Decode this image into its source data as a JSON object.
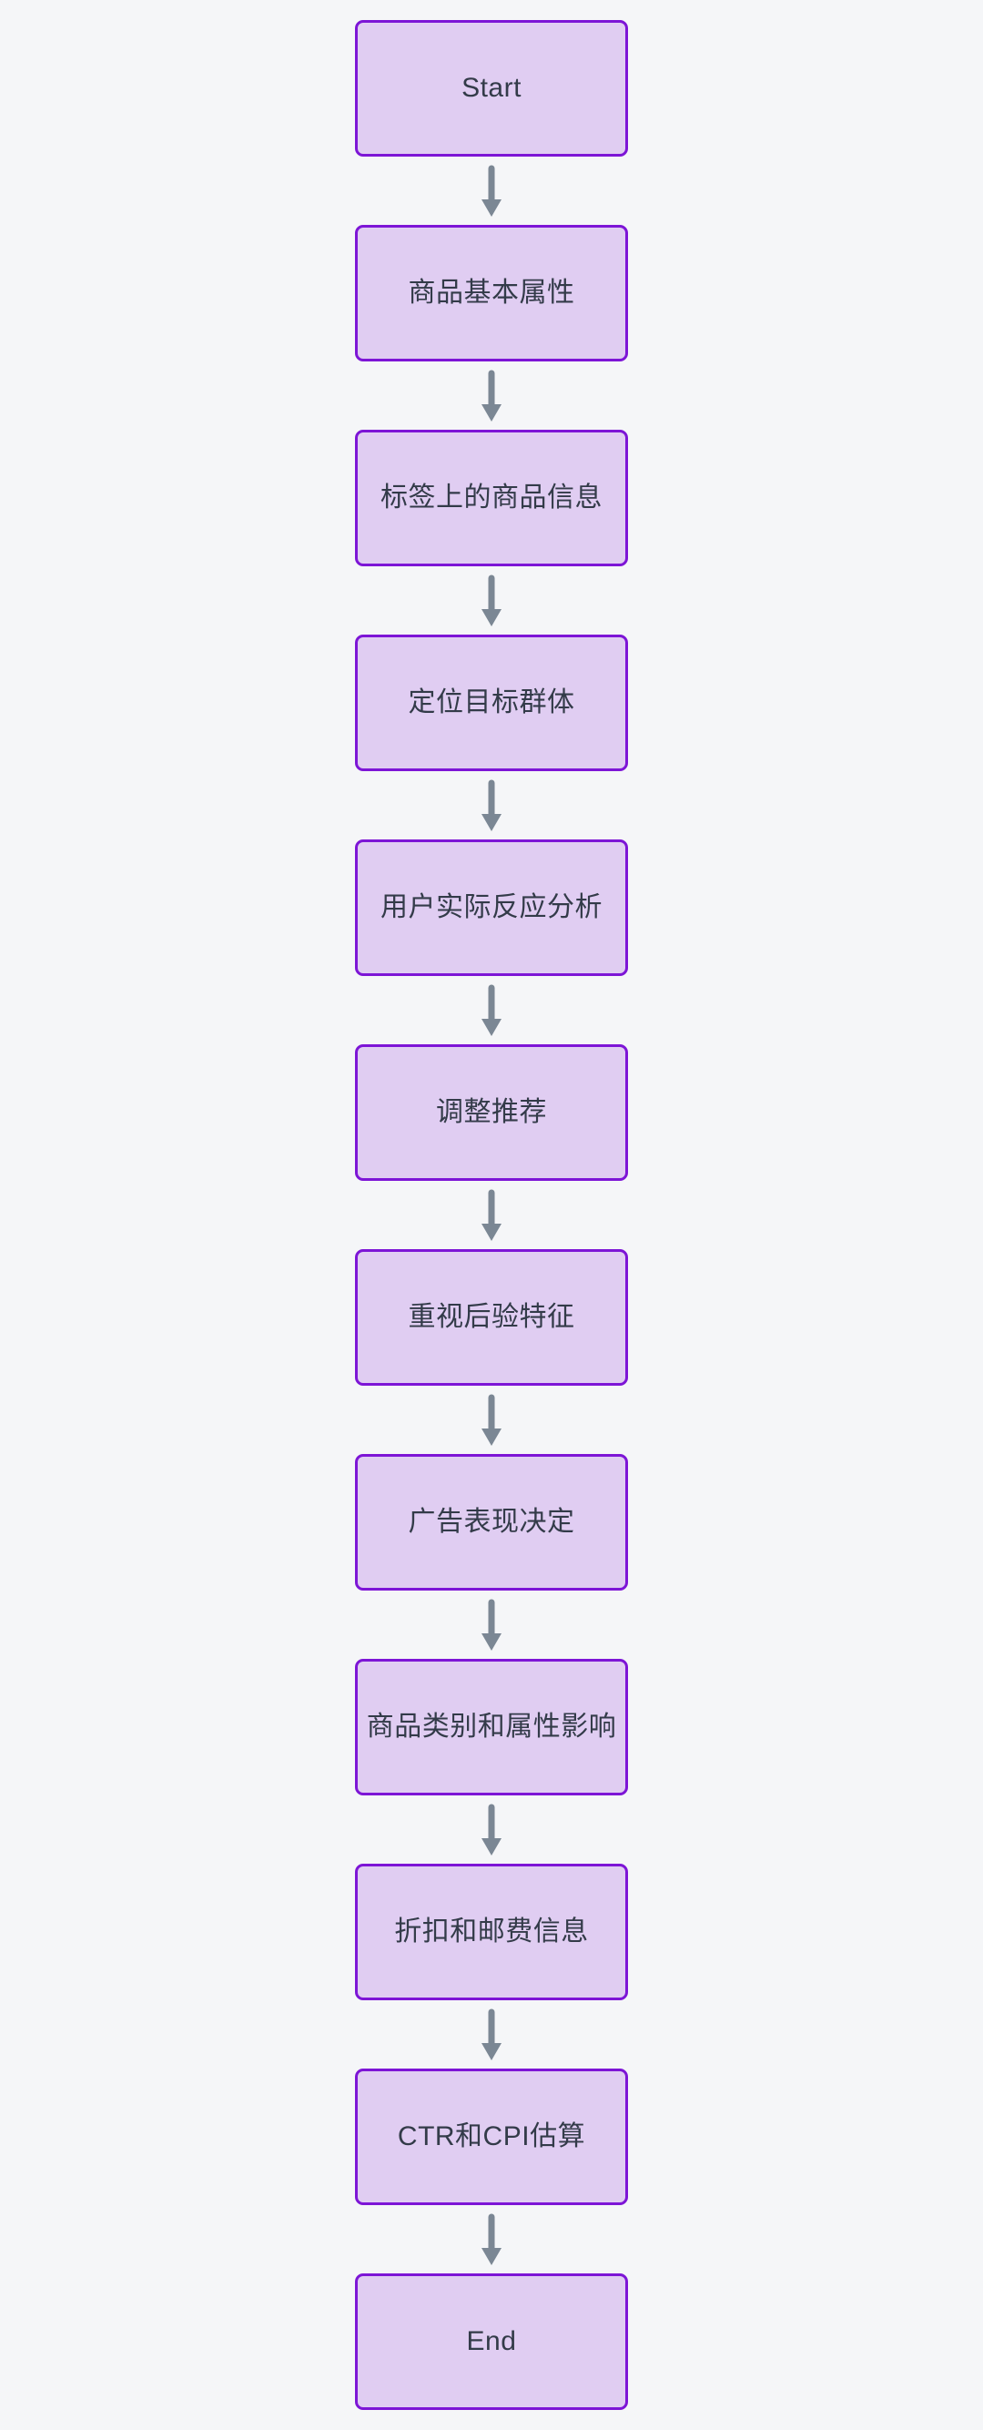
{
  "diagram": {
    "type": "flowchart",
    "direction": "top-down",
    "nodes": [
      {
        "id": "start",
        "label": "Start"
      },
      {
        "id": "product-basic-attrs",
        "label": "商品基本属性"
      },
      {
        "id": "label-product-info",
        "label": "标签上的商品信息"
      },
      {
        "id": "target-group",
        "label": "定位目标群体"
      },
      {
        "id": "user-reaction-analysis",
        "label": "用户实际反应分析"
      },
      {
        "id": "adjust-recommendation",
        "label": "调整推荐"
      },
      {
        "id": "posterior-features",
        "label": "重视后验特征"
      },
      {
        "id": "ad-performance-decision",
        "label": "广告表现决定"
      },
      {
        "id": "category-attr-influence",
        "label": "商品类别和属性影响"
      },
      {
        "id": "discount-postage-info",
        "label": "折扣和邮费信息"
      },
      {
        "id": "ctr-cpi-estimation",
        "label": "CTR和CPI估算"
      },
      {
        "id": "end",
        "label": "End"
      }
    ],
    "edges": [
      {
        "from": "start",
        "to": "product-basic-attrs"
      },
      {
        "from": "product-basic-attrs",
        "to": "label-product-info"
      },
      {
        "from": "label-product-info",
        "to": "target-group"
      },
      {
        "from": "target-group",
        "to": "user-reaction-analysis"
      },
      {
        "from": "user-reaction-analysis",
        "to": "adjust-recommendation"
      },
      {
        "from": "adjust-recommendation",
        "to": "posterior-features"
      },
      {
        "from": "posterior-features",
        "to": "ad-performance-decision"
      },
      {
        "from": "ad-performance-decision",
        "to": "category-attr-influence"
      },
      {
        "from": "category-attr-influence",
        "to": "discount-postage-info"
      },
      {
        "from": "discount-postage-info",
        "to": "ctr-cpi-estimation"
      },
      {
        "from": "ctr-cpi-estimation",
        "to": "end"
      }
    ],
    "colors": {
      "background": "#f5f6f8",
      "node_fill": "#e0cdf2",
      "node_border": "#7d15d6",
      "node_text": "#333b49",
      "arrow": "#7b8794"
    }
  }
}
